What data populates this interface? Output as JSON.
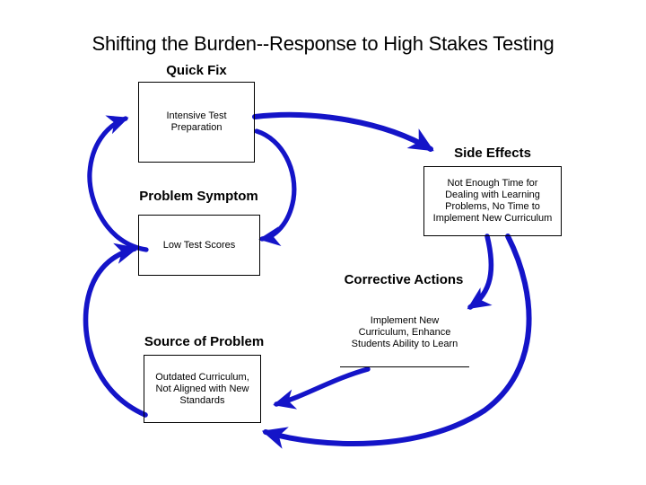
{
  "title": "Shifting the Burden--Response to High Stakes Testing",
  "colors": {
    "arrow": "#1414C8",
    "text": "#000000",
    "box_border": "#000000",
    "background": "#ffffff"
  },
  "nodes": {
    "quick_fix": {
      "label": "Quick Fix",
      "text": "Intensive Test\nPreparation"
    },
    "problem_symptom": {
      "label": "Problem Symptom",
      "text": "Low Test Scores"
    },
    "source_of_problem": {
      "label": "Source of Problem",
      "text": "Outdated Curriculum,\nNot Aligned with New\nStandards"
    },
    "side_effects": {
      "label": "Side Effects",
      "text": "Not Enough Time for\nDealing with Learning\nProblems, No Time to\nImplement New Curriculum"
    },
    "corrective_actions": {
      "label": "Corrective Actions",
      "text": "Implement New\nCurriculum, Enhance\nStudents Ability to Learn"
    }
  },
  "arrows": [
    {
      "name": "problem-symptom-to-quick-fix",
      "from": "problem_symptom",
      "to": "quick_fix"
    },
    {
      "name": "quick-fix-to-problem-symptom",
      "from": "quick_fix",
      "to": "problem_symptom"
    },
    {
      "name": "quick-fix-to-side-effects",
      "from": "quick_fix",
      "to": "side_effects"
    },
    {
      "name": "side-effects-to-corrective-actions",
      "from": "side_effects",
      "to": "corrective_actions"
    },
    {
      "name": "side-effects-to-source-of-problem",
      "from": "side_effects",
      "to": "source_of_problem"
    },
    {
      "name": "corrective-actions-to-source-of-problem",
      "from": "corrective_actions",
      "to": "source_of_problem"
    },
    {
      "name": "source-of-problem-to-problem-symptom",
      "from": "source_of_problem",
      "to": "problem_symptom"
    }
  ]
}
